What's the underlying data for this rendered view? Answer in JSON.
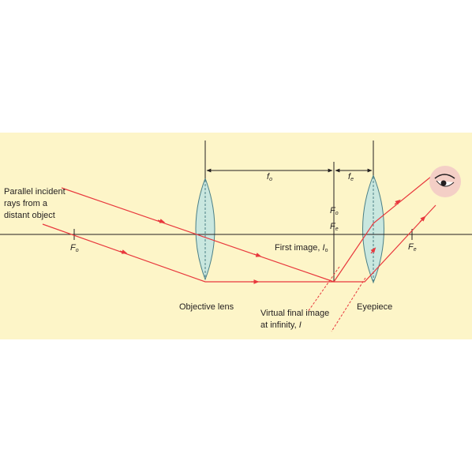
{
  "labels": {
    "parallel_rays": [
      "Parallel incident",
      "rays from a",
      "distant object"
    ],
    "fo_left": {
      "main": "F",
      "sub": "o"
    },
    "fo_dim": {
      "main": "f",
      "sub": "o"
    },
    "fe_dim": {
      "main": "f",
      "sub": "e"
    },
    "fo_axis": {
      "main": "F",
      "sub": "o"
    },
    "fe_axis": {
      "main": "F",
      "sub": "e"
    },
    "fe_right": {
      "main": "F",
      "sub": "e"
    },
    "first_image": {
      "text": "First image, ",
      "sym": "I",
      "sub": "o"
    },
    "objective_lens": "Objective lens",
    "eyepiece": "Eyepiece",
    "virtual_image": [
      "Virtual final image",
      "at infinity, "
    ],
    "virtual_image_sym": "I"
  },
  "colors": {
    "panel": "#fdf5c8",
    "ray": "#e8383d",
    "axis": "#231f20",
    "lens_fill": "#c9e7df",
    "lens_stroke": "#4a7f86",
    "text": "#231f20"
  },
  "icons": {
    "eye": "eye-icon"
  }
}
